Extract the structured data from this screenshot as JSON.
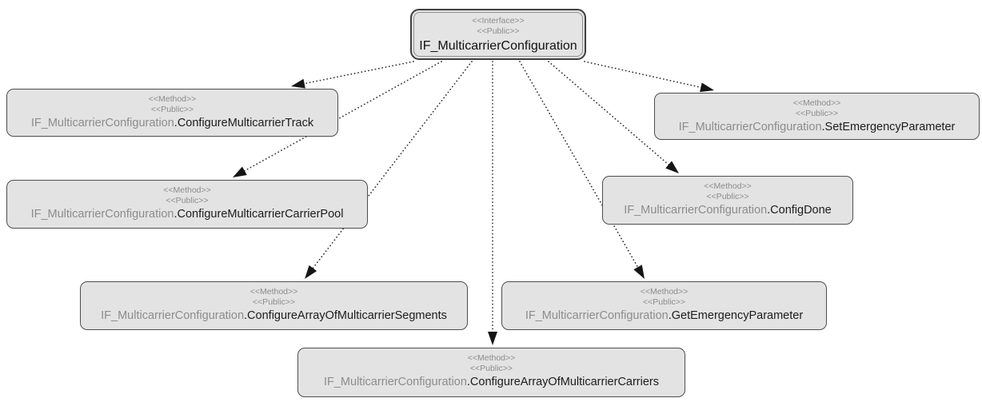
{
  "diagram": {
    "type": "uml-dependency-diagram",
    "interface_node": {
      "id": "IF_MulticarrierConfiguration",
      "stereotype1": "<<Interface>>",
      "stereotype2": "<<Public>>",
      "name": "IF_MulticarrierConfiguration"
    },
    "methods": [
      {
        "id": "configure-multicarrier-track",
        "stereotype1": "<<Method>>",
        "stereotype2": "<<Public>>",
        "qualifier": "IF_MulticarrierConfiguration",
        "method": ".ConfigureMulticarrierTrack"
      },
      {
        "id": "set-emergency-parameter",
        "stereotype1": "<<Method>>",
        "stereotype2": "<<Public>>",
        "qualifier": "IF_MulticarrierConfiguration",
        "method": ".SetEmergencyParameter"
      },
      {
        "id": "configure-multicarrier-carrier-pool",
        "stereotype1": "<<Method>>",
        "stereotype2": "<<Public>>",
        "qualifier": "IF_MulticarrierConfiguration",
        "method": ".ConfigureMulticarrierCarrierPool"
      },
      {
        "id": "config-done",
        "stereotype1": "<<Method>>",
        "stereotype2": "<<Public>>",
        "qualifier": "IF_MulticarrierConfiguration",
        "method": ".ConfigDone"
      },
      {
        "id": "configure-array-of-multicarrier-segments",
        "stereotype1": "<<Method>>",
        "stereotype2": "<<Public>>",
        "qualifier": "IF_MulticarrierConfiguration",
        "method": ".ConfigureArrayOfMulticarrierSegments"
      },
      {
        "id": "get-emergency-parameter",
        "stereotype1": "<<Method>>",
        "stereotype2": "<<Public>>",
        "qualifier": "IF_MulticarrierConfiguration",
        "method": ".GetEmergencyParameter"
      },
      {
        "id": "configure-array-of-multicarrier-carriers",
        "stereotype1": "<<Method>>",
        "stereotype2": "<<Public>>",
        "qualifier": "IF_MulticarrierConfiguration",
        "method": ".ConfigureArrayOfMulticarrierCarriers"
      }
    ],
    "edges": [
      {
        "from": "IF_MulticarrierConfiguration",
        "to": "configure-multicarrier-track",
        "style": "dotted-arrow"
      },
      {
        "from": "IF_MulticarrierConfiguration",
        "to": "configure-multicarrier-carrier-pool",
        "style": "dotted-arrow"
      },
      {
        "from": "IF_MulticarrierConfiguration",
        "to": "configure-array-of-multicarrier-segments",
        "style": "dotted-arrow"
      },
      {
        "from": "IF_MulticarrierConfiguration",
        "to": "configure-array-of-multicarrier-carriers",
        "style": "dotted-arrow"
      },
      {
        "from": "IF_MulticarrierConfiguration",
        "to": "get-emergency-parameter",
        "style": "dotted-arrow"
      },
      {
        "from": "IF_MulticarrierConfiguration",
        "to": "config-done",
        "style": "dotted-arrow"
      },
      {
        "from": "IF_MulticarrierConfiguration",
        "to": "set-emergency-parameter",
        "style": "dotted-arrow"
      }
    ],
    "colors": {
      "box_fill": "#e3e3e3",
      "box_border": "#4e4e4e",
      "muted_text": "#8c8c8c",
      "text": "#1c1c1c",
      "connector": "#2e2e2e",
      "background": "#ffffff"
    }
  }
}
